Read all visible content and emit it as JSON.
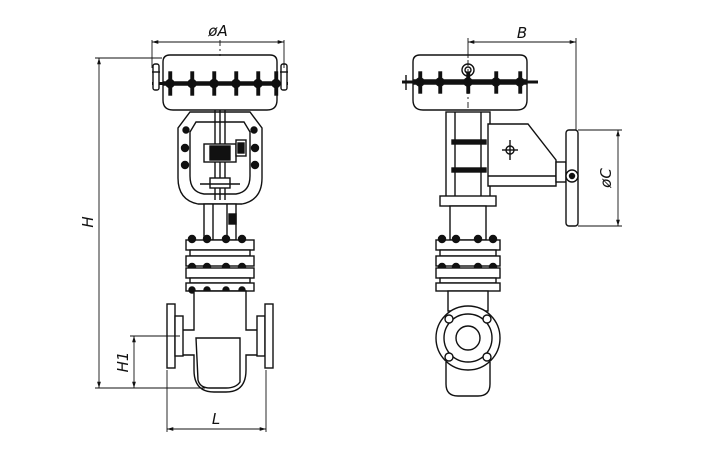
{
  "dimensions": {
    "dia_a": "øA",
    "b": "B",
    "dia_c": "øC",
    "h": "H",
    "h1": "H1",
    "l": "L"
  },
  "colors": {
    "line": "#111111",
    "background": "#ffffff"
  }
}
